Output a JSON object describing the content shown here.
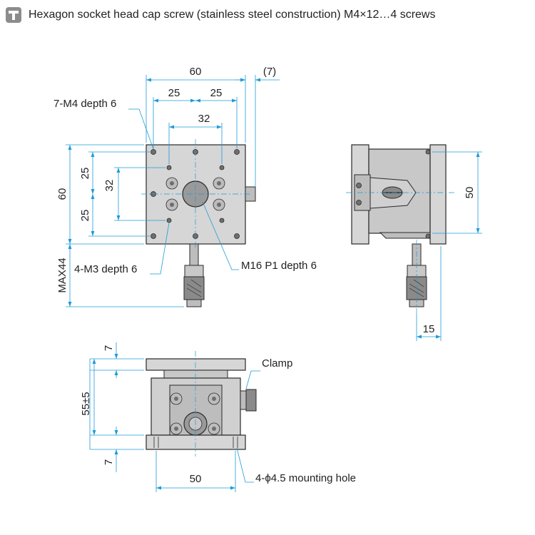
{
  "header": {
    "icon": "screw-icon",
    "title": "Hexagon socket head cap screw (stainless steel construction) M4×12…4 screws"
  },
  "colors": {
    "outline": "#2a2a2a",
    "dimension": "#1e9bd7",
    "body_fill": "#c8c8c8",
    "face_fill": "#d6d6d6",
    "dark_fill": "#6f6f6f"
  },
  "top_view": {
    "dim_width": "60",
    "dim_clamp": "(7)",
    "dim_hole_pitch_left": "25",
    "dim_hole_pitch_right": "25",
    "dim_inner_pitch": "32",
    "dim_height": "60",
    "dim_v_pitch_top": "25",
    "dim_v_pitch_bottom": "25",
    "dim_v_inner": "32",
    "dim_max": "MAX44",
    "label_m4": "7-M4 depth 6",
    "label_m3": "4-M3 depth 6",
    "label_m16": "M16 P1 depth 6"
  },
  "side_view": {
    "dim_height": "50",
    "dim_offset": "15"
  },
  "front_view": {
    "dim_top": "7",
    "dim_height": "55±5",
    "dim_bottom": "7",
    "dim_width": "50",
    "label_clamp": "Clamp",
    "label_mounting": "4-ϕ4.5 mounting hole"
  }
}
